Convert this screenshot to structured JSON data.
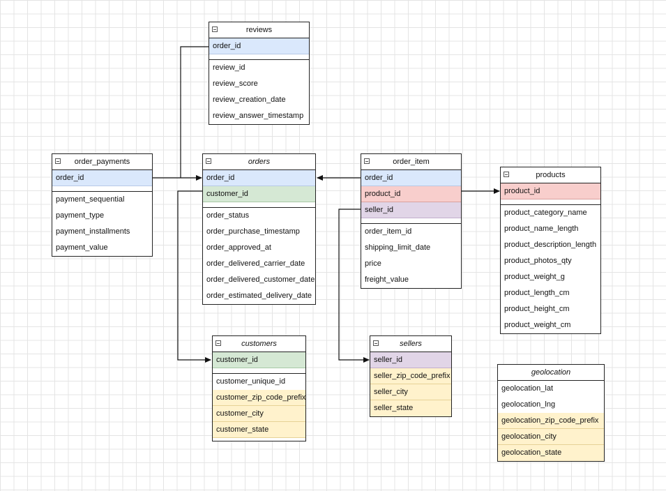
{
  "entities": {
    "reviews": {
      "title": "reviews",
      "key": "order_id",
      "fields": [
        "review_id",
        "review_score",
        "review_creation_date",
        "review_answer_timestamp"
      ]
    },
    "order_payments": {
      "title": "order_payments",
      "key": "order_id",
      "fields": [
        "payment_sequential",
        "payment_type",
        "payment_installments",
        "payment_value"
      ]
    },
    "orders": {
      "title": "orders",
      "key": "order_id",
      "fk": "customer_id",
      "fields": [
        "order_status",
        "order_purchase_timestamp",
        "order_approved_at",
        "order_delivered_carrier_date",
        "order_delivered_customer_date",
        "order_estimated_delivery_date"
      ]
    },
    "order_item": {
      "title": "order_item",
      "key": "order_id",
      "fk_product": "product_id",
      "fk_seller": "seller_id",
      "fields": [
        "order_item_id",
        "shipping_limit_date",
        "price",
        "freight_value"
      ]
    },
    "products": {
      "title": "products",
      "key": "product_id",
      "fields": [
        "product_category_name",
        "product_name_length",
        "product_description_length",
        "product_photos_qty",
        "product_weight_g",
        "product_length_cm",
        "product_height_cm",
        "product_weight_cm"
      ]
    },
    "customers": {
      "title": "customers",
      "key": "customer_id",
      "field_unique": "customer_unique_id",
      "geo_fields": [
        "customer_zip_code_prefix",
        "customer_city",
        "customer_state"
      ]
    },
    "sellers": {
      "title": "sellers",
      "key": "seller_id",
      "geo_fields": [
        "seller_zip_code_prefix",
        "seller_city",
        "seller_state"
      ]
    },
    "geolocation": {
      "title": "geolocation",
      "fields": [
        "geolocation_lat",
        "geolocation_lng"
      ],
      "geo_fields": [
        "geolocation_zip_code_prefix",
        "geolocation_city",
        "geolocation_state"
      ]
    }
  },
  "colors": {
    "primary_key": "#dae8fc",
    "foreign_key_customer": "#d5e8d4",
    "foreign_key_product": "#f8cecc",
    "foreign_key_seller": "#e1d5e7",
    "location": "#fff2cc",
    "line": "#111111"
  },
  "icons": {
    "collapse": "collapse-minus-icon"
  }
}
